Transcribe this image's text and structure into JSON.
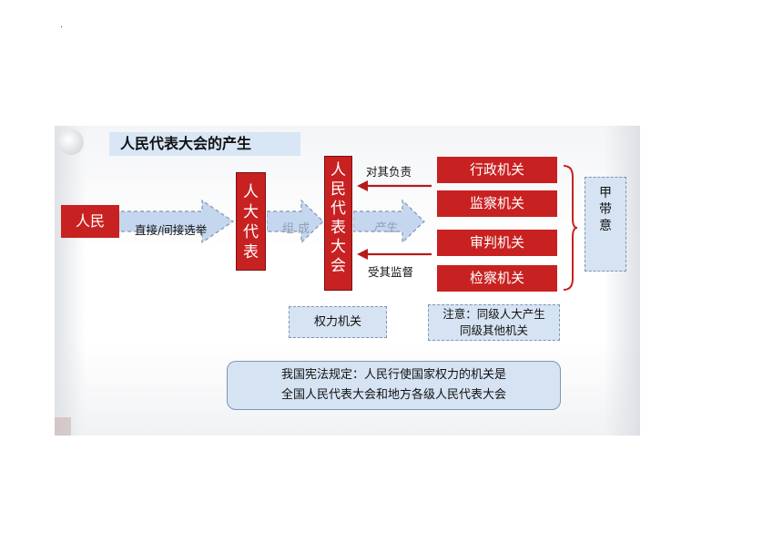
{
  "page_mark": ".",
  "title": "人民代表大会的产生",
  "nodes": {
    "people": "人民",
    "npc_delegates": [
      "人",
      "大",
      "代",
      "表"
    ],
    "npc": [
      "人",
      "民",
      "代",
      "表",
      "大",
      "会"
    ],
    "organs": [
      "行政机关",
      "监察机关",
      "审判机关",
      "检察机关"
    ]
  },
  "edges": {
    "elect": "直接/间接选举",
    "form": "组 成",
    "produce": "产生",
    "responsible_to": "对其负责",
    "supervised_by": "受其监督"
  },
  "boxes": {
    "power_organ": "权力机关",
    "note_line1": "注意：同级人大产生",
    "note_line2": "同级其他机关",
    "vertical": [
      "甲",
      "带",
      "意"
    ]
  },
  "law": {
    "line1": "我国宪法规定：人民行使国家权力的机关是",
    "line2": "全国人民代表大会和地方各级人民代表大会"
  },
  "colors": {
    "red": "#c82121",
    "light_blue": "#d6e3f3",
    "arrow_blue": "#c5d7ee",
    "dark_red_arrow": "#b61c1c"
  }
}
